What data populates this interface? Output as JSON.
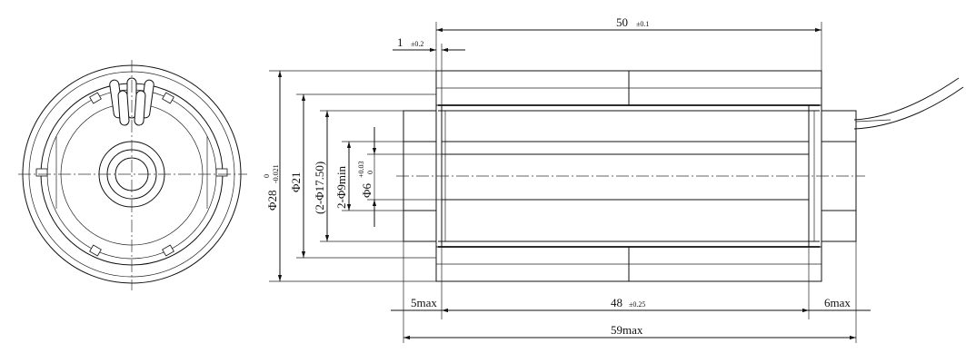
{
  "dimensions": {
    "overall_length": {
      "value": "50",
      "tol": "±0.1"
    },
    "end_offset": {
      "value": "1",
      "tol": "±0.2"
    },
    "body_length": {
      "value": "48",
      "tol": "±0.25"
    },
    "total_length": "59max",
    "left_protrusion": "5max",
    "right_protrusion": "6max",
    "outer_diameter": {
      "value": "Φ28",
      "tol_upper": "0",
      "tol_lower": "-0.021"
    },
    "d21": "Φ21",
    "d1750": "(2-Φ17.50)",
    "d9min": "2-Φ9min",
    "bore": {
      "value": "Φ6",
      "tol_upper": "+0.03",
      "tol_lower": "0"
    }
  }
}
